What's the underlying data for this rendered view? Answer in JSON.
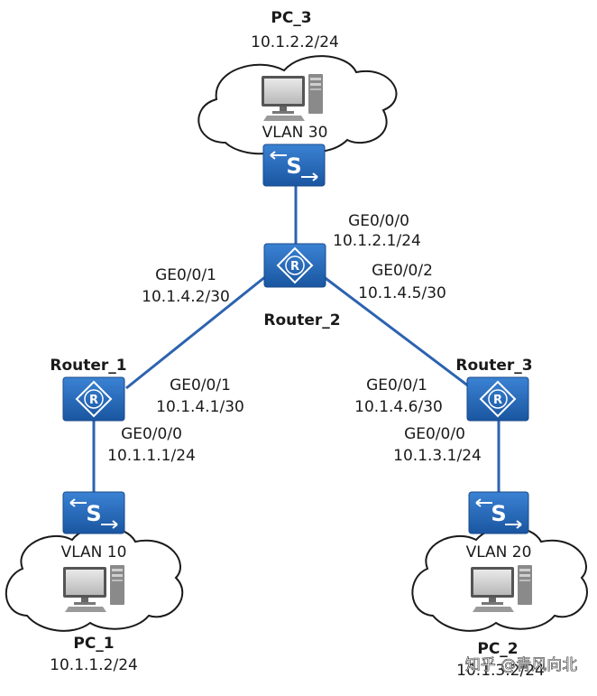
{
  "pc3": {
    "name": "PC_3",
    "ip": "10.1.2.2/24",
    "vlan": "VLAN 30"
  },
  "pc1": {
    "name": "PC_1",
    "ip": "10.1.1.2/24",
    "vlan": "VLAN 10"
  },
  "pc2": {
    "name": "PC_2",
    "ip": "10.1.3.2/24",
    "vlan": "VLAN 20"
  },
  "router1": {
    "name": "Router_1"
  },
  "router2": {
    "name": "Router_2"
  },
  "router3": {
    "name": "Router_3"
  },
  "switch_glyph": "S",
  "router_glyph": "R",
  "interfaces": {
    "r2_g000": {
      "port": "GE0/0/0",
      "ip": "10.1.2.1/24"
    },
    "r2_g001": {
      "port": "GE0/0/1",
      "ip": "10.1.4.2/30"
    },
    "r2_g002": {
      "port": "GE0/0/2",
      "ip": "10.1.4.5/30"
    },
    "r1_g001": {
      "port": "GE0/0/1",
      "ip": "10.1.4.1/30"
    },
    "r1_g000": {
      "port": "GE0/0/0",
      "ip": "10.1.1.1/24"
    },
    "r3_g001": {
      "port": "GE0/0/1",
      "ip": "10.1.4.6/30"
    },
    "r3_g000": {
      "port": "GE0/0/0",
      "ip": "10.1.3.1/24"
    }
  },
  "watermark": "知乎 @青风向北",
  "colors": {
    "device": "#1f5fa8",
    "device_top": "#3a7fd0",
    "link": "#2c63b0",
    "cloud_stroke": "#1a1a1a"
  }
}
